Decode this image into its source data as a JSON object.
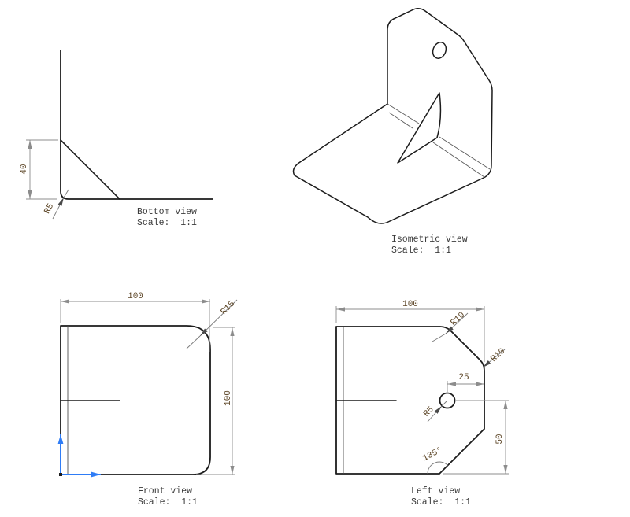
{
  "drawing": {
    "views": {
      "bottom": {
        "label": "Bottom view",
        "scale": "Scale:  1:1",
        "dim_height": "40",
        "dim_bend_radius": "R5"
      },
      "isometric": {
        "label": "Isometric view",
        "scale": "Scale:  1:1"
      },
      "front": {
        "label": "Front view",
        "scale": "Scale:  1:1",
        "dim_width": "100",
        "dim_height": "100",
        "dim_corner_radius": "R15"
      },
      "left": {
        "label": "Left view",
        "scale": "Scale:  1:1",
        "dim_width": "100",
        "dim_hole_to_edge": "25",
        "dim_hole_to_bottom": "50",
        "dim_top_fillet": "R10",
        "dim_side_fillet": "R10",
        "dim_hole_radius": "R5",
        "dim_chamfer_angle": "135°"
      }
    },
    "colors": {
      "outline": "#1c1c1c",
      "thin_line": "#4f4f4f",
      "dimension_line": "#8c8c8c",
      "dimension_text": "#5c4526",
      "label_text": "#3b3b3b",
      "axis": "#2e7cf6",
      "background": "#ffffff"
    }
  }
}
